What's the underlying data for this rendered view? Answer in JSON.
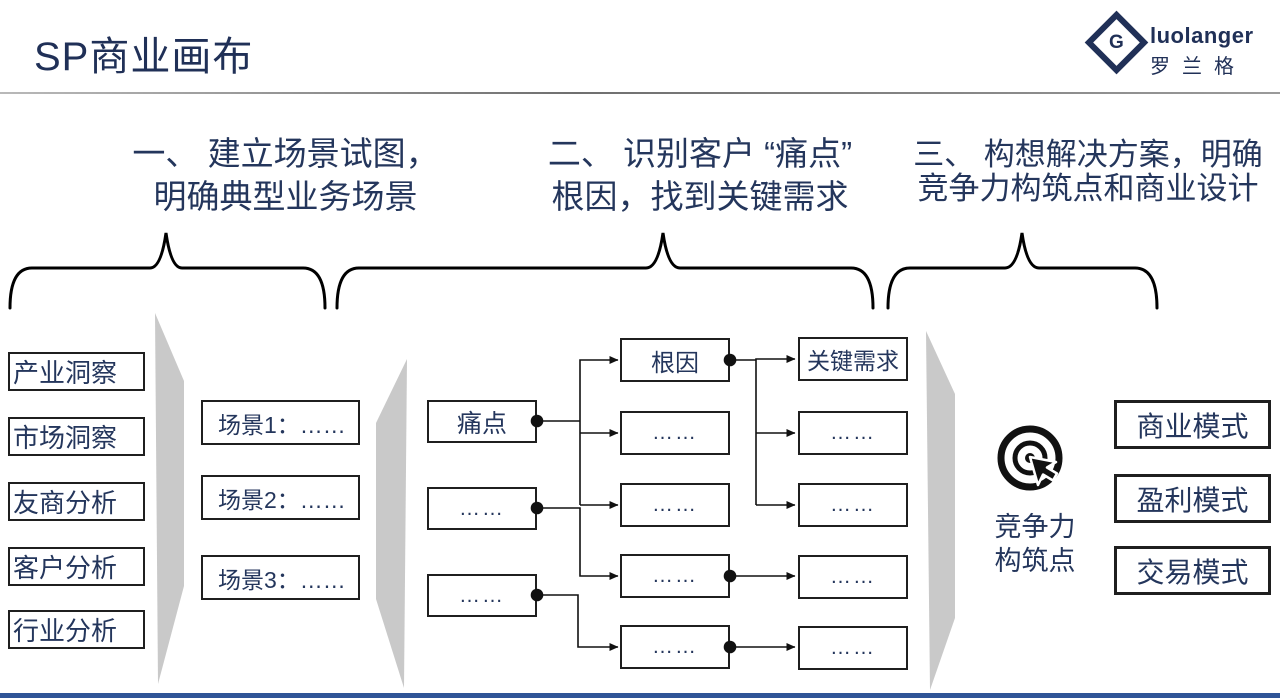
{
  "slide": {
    "title": "SP商业画布",
    "logo": {
      "icon": "diamond-g-logo-icon",
      "monogram": "G",
      "brand_latin": "luolanger",
      "brand_cn": "罗兰格"
    },
    "colors": {
      "text_navy": "#24365c",
      "line_black": "#1a1a1a",
      "ribbon_gray": "#c9c9c9",
      "bottom_bar_blue": "#2f5597"
    }
  },
  "headings": {
    "step1": {
      "line1": "一、 建立场景试图，",
      "line2": "明确典型业务场景"
    },
    "step2": {
      "line1": "二、 识别客户 “痛点”",
      "line2": "根因，找到关键需求"
    },
    "step3": {
      "line1": "三、 构想解决方案，明确",
      "line2": "竞争力构筑点和商业设计"
    }
  },
  "stage1": {
    "analysis_boxes": [
      "产业洞察",
      "市场洞察",
      "友商分析",
      "客户分析",
      "行业分析"
    ],
    "scenario_boxes": [
      "场景1：……",
      "场景2：……",
      "场景3：……"
    ]
  },
  "stage2": {
    "pain_boxes": [
      "痛点",
      "……",
      "……"
    ],
    "root_cause_boxes": [
      "根因",
      "……",
      "……",
      "……",
      "……"
    ],
    "key_need_boxes": [
      "关键需求",
      "……",
      "……",
      "……",
      "……"
    ]
  },
  "stage3": {
    "competitiveness_icon": "target-cursor-icon",
    "competitiveness_label": {
      "line1": "竞争力",
      "line2": "构筑点"
    },
    "model_boxes": [
      "商业模式",
      "盈利模式",
      "交易模式"
    ]
  }
}
